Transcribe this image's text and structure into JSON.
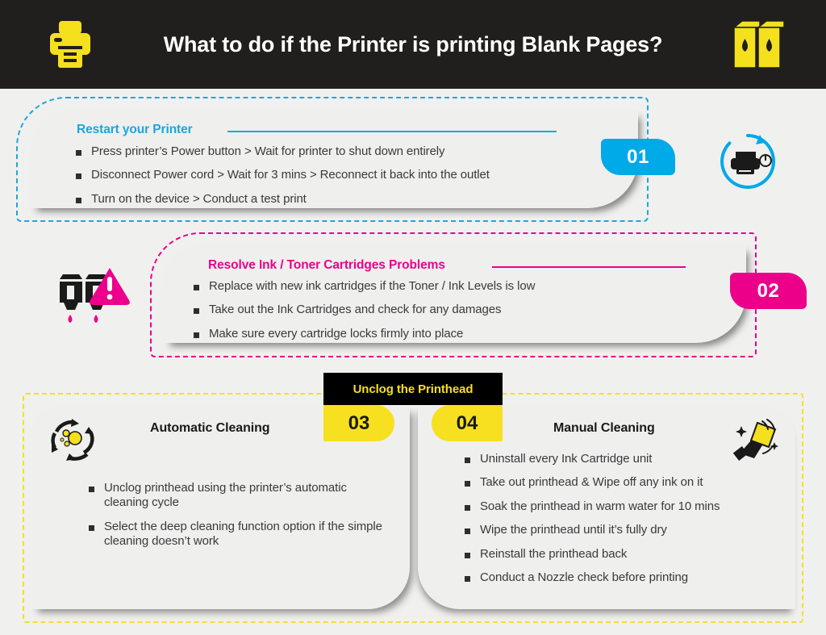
{
  "header": {
    "title": "What to do if the Printer is printing Blank Pages?",
    "background_color": "#211f1d",
    "accent_color": "#f5e01e",
    "left_icon": "printer-icon",
    "right_icon": "ink-cartridges-icon"
  },
  "sections": [
    {
      "number": "01",
      "heading": "Restart your Printer",
      "color": "#1aa7e0",
      "side_icon": "printer-restart-icon",
      "items": [
        "Press printer’s Power button > Wait for printer to shut down entirely",
        "Disconnect Power cord > Wait for 3 mins > Reconnect it back into the outlet",
        "Turn on the device > Conduct a test print"
      ]
    },
    {
      "number": "02",
      "heading": "Resolve Ink / Toner Cartridges Problems",
      "color": "#ec008c",
      "side_icon": "ink-cartridge-warning-icon",
      "items": [
        "Replace with new ink cartridges if the Toner / Ink Levels is low",
        "Take out the Ink Cartridges and check for any damages",
        "Make sure every cartridge locks firmly into place"
      ]
    }
  ],
  "printhead": {
    "banner_label": "Unclog the Printhead",
    "banner_bg": "#000000",
    "banner_color": "#f5e01e",
    "badge_color": "#f7e020",
    "left": {
      "number": "03",
      "title": "Automatic Cleaning",
      "icon": "auto-cleaning-cycle-icon",
      "items": [
        "Unclog printhead using the printer’s automatic cleaning cycle",
        "Select the deep cleaning function option if the simple cleaning doesn’t work"
      ]
    },
    "right": {
      "number": "04",
      "title": "Manual Cleaning",
      "icon": "hand-wipe-cloth-icon",
      "items": [
        "Uninstall every Ink Cartridge unit",
        "Take out printhead & Wipe off any ink on it",
        "Soak the printhead in warm water for 10 mins",
        "Wipe the printhead until it’s fully dry",
        "Reinstall the printhead back",
        "Conduct a Nozzle check before printing"
      ]
    }
  }
}
